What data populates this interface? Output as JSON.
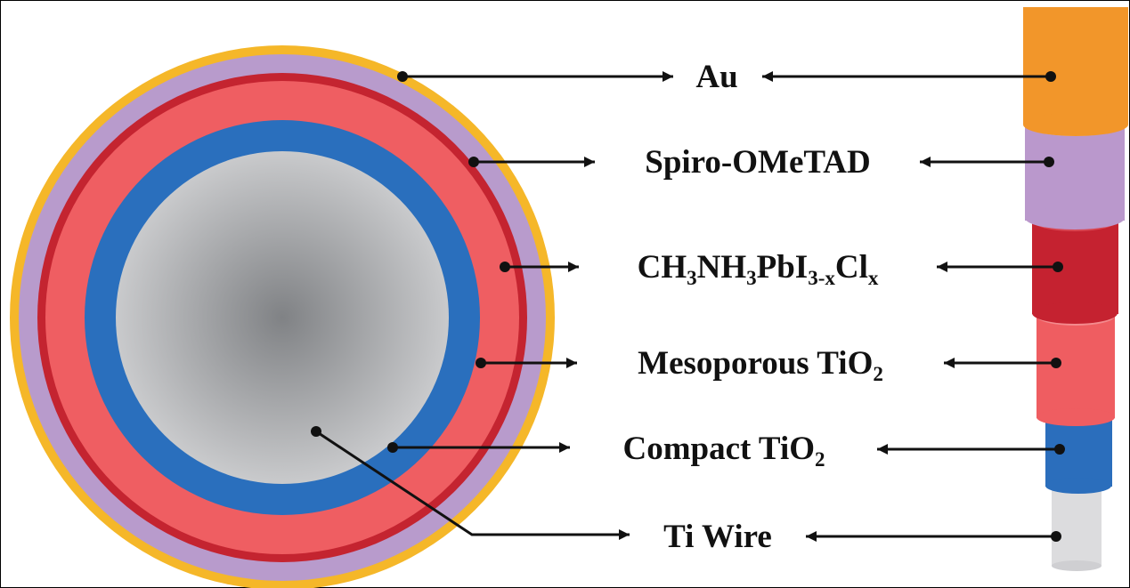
{
  "colors": {
    "au": "#f5b729",
    "spiro": "#b89bcc",
    "perovskite": "#c42430",
    "mesoporous": "#ef5e62",
    "compact": "#2a6fbd",
    "ti_core_center": "#808285",
    "ti_core_edge": "#c9cacc",
    "wire_au": "#f2962a",
    "wire_spiro": "#ba98cc",
    "wire_perovskite": "#c52230",
    "wire_mesoporous": "#ef5d61",
    "wire_compact": "#2b6ebc",
    "wire_ti": "#dcdcde",
    "ink": "#111111"
  },
  "layers": [
    {
      "id": "au",
      "parts": [
        {
          "text": "Au"
        }
      ]
    },
    {
      "id": "spiro",
      "parts": [
        {
          "text": "Spiro-OMeTAD"
        }
      ]
    },
    {
      "id": "perovskite",
      "parts": [
        {
          "text": "CH"
        },
        {
          "sub": "3"
        },
        {
          "text": "NH"
        },
        {
          "sub": "3"
        },
        {
          "text": "PbI"
        },
        {
          "sub": "3-x"
        },
        {
          "text": "Cl"
        },
        {
          "sub": "x"
        }
      ]
    },
    {
      "id": "mesoporous",
      "parts": [
        {
          "text": "Mesoporous TiO"
        },
        {
          "sub": "2"
        }
      ]
    },
    {
      "id": "compact",
      "parts": [
        {
          "text": "Compact TiO"
        },
        {
          "sub": "2"
        }
      ]
    },
    {
      "id": "ti-wire",
      "parts": [
        {
          "text": "Ti Wire"
        }
      ]
    }
  ]
}
